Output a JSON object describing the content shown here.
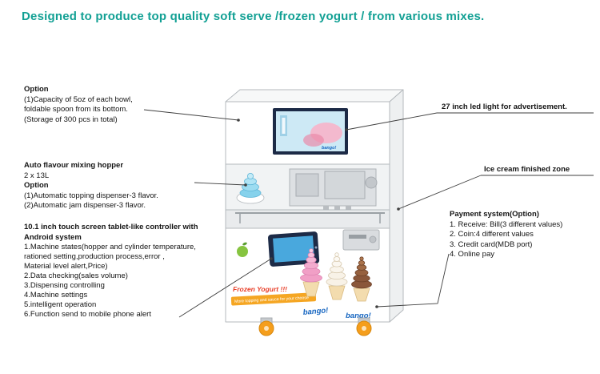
{
  "title": "Designed to produce top quality soft serve /frozen yogurt / from various mixes.",
  "annotations": {
    "left": [
      {
        "heading": "Option",
        "lines": [
          "(1)Capacity of 5oz of each bowl,",
          "foldable spoon from its bottom.",
          "(Storage of 300 pcs in total)"
        ]
      },
      {
        "heading": "Auto flavour mixing hopper",
        "line1": "2 x 13L",
        "subheading": "Option",
        "lines": [
          "(1)Automatic topping dispenser-3 flavor.",
          "(2)Automatic jam dispenser-3 flavor."
        ]
      },
      {
        "heading": "10.1 inch touch screen tablet-like controller with Android system",
        "lines": [
          "1.Machine states(hopper and cylinder temperature,",
          "rationed setting,production  process,error ,",
          "Material level alert,Price)",
          "2.Data checking(sales volume)",
          "3.Dispensing controlling",
          "4.Machine settings",
          "5.intelligent operation",
          "6.Function send to mobile phone alert"
        ]
      }
    ],
    "right": [
      {
        "heading": "27 inch led light for advertisement."
      },
      {
        "heading": "Ice cream finished zone"
      },
      {
        "heading": "Payment system(Option)",
        "lines": [
          "1. Receive: Bill(3 different values)",
          "2. Coin:4 different values",
          "3. Credit card(MDB port)",
          "4. Online pay"
        ]
      }
    ]
  },
  "machine": {
    "poster_title": "Frozen Yogurt !!!",
    "poster_subtitle": "More topping and sauce for your choose",
    "brand": "bango!",
    "screen_brand": "bango!"
  },
  "colors": {
    "title_teal": "#12a094",
    "poster_red": "#e8402a",
    "ribbon_orange": "#f5a623",
    "brand_blue": "#1565c0",
    "wheel_orange": "#f59e1c",
    "hopper_blue": "#86d2ec"
  }
}
